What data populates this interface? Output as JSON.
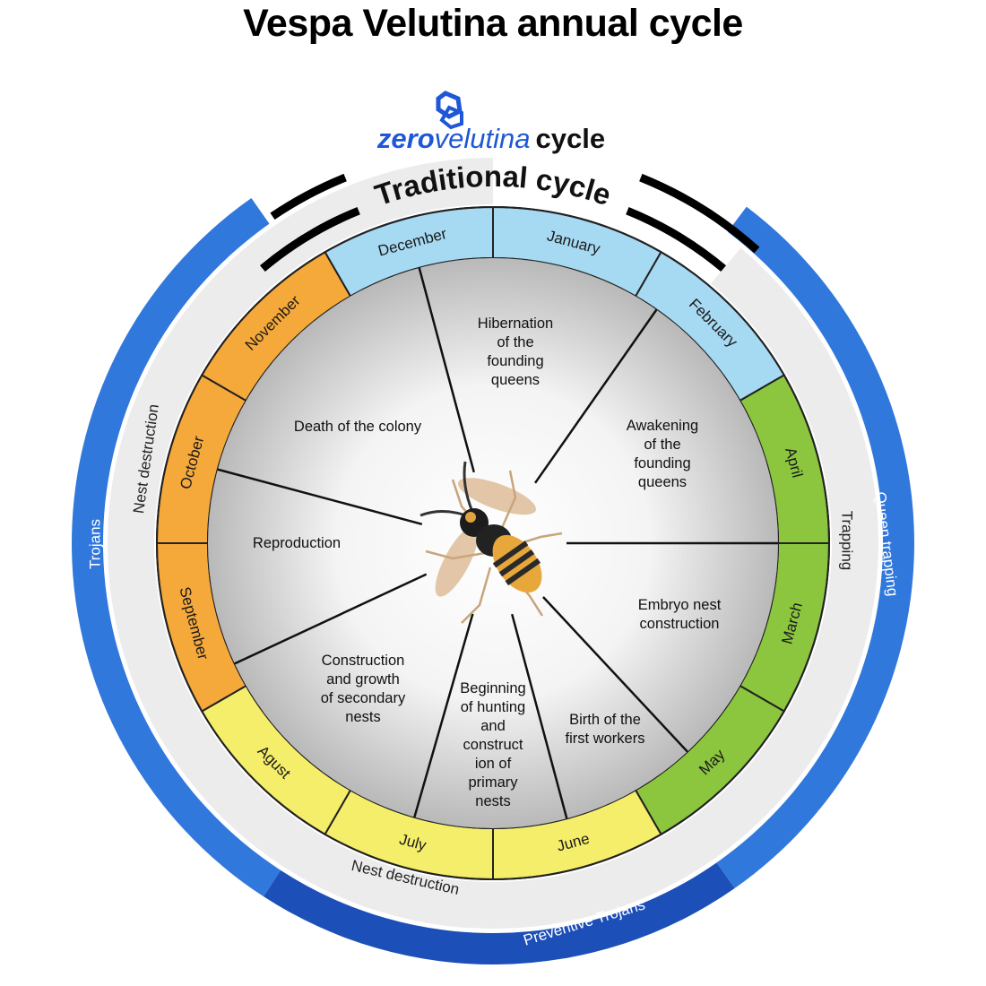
{
  "title": "Vespa Velutina annual cycle",
  "logo": {
    "zero": "zero",
    "velutina": "velutina",
    "cycle": "cycle"
  },
  "traditional_label": "Traditional cycle",
  "months": [
    {
      "label": "December",
      "color": "#a6d9f2"
    },
    {
      "label": "January",
      "color": "#a6d9f2"
    },
    {
      "label": "February",
      "color": "#a6d9f2"
    },
    {
      "label": "April",
      "color": "#8cc63f"
    },
    {
      "label": "March",
      "color": "#8cc63f"
    },
    {
      "label": "May",
      "color": "#8cc63f"
    },
    {
      "label": "June",
      "color": "#f5ee6b"
    },
    {
      "label": "July",
      "color": "#f5ee6b"
    },
    {
      "label": "Agust",
      "color": "#f5ee6b"
    },
    {
      "label": "September",
      "color": "#f6a93b"
    },
    {
      "label": "October",
      "color": "#f6a93b"
    },
    {
      "label": "November",
      "color": "#f6a93b"
    }
  ],
  "phases": [
    {
      "lines": [
        "Hibernation",
        "of the",
        "founding",
        "queens"
      ]
    },
    {
      "lines": [
        "Awakening",
        "of the",
        "founding",
        "queens"
      ]
    },
    {
      "lines": [
        "Embryo nest",
        "construction"
      ]
    },
    {
      "lines": [
        "Birth of the",
        "first workers"
      ]
    },
    {
      "lines": [
        "Beginning",
        "of hunting",
        "and",
        "construct",
        "ion of",
        "primary",
        "nests"
      ]
    },
    {
      "lines": [
        "Construction",
        "and growth",
        "of secondary",
        "nests"
      ]
    },
    {
      "lines": [
        "Reproduction"
      ]
    },
    {
      "lines": [
        "Death of the colony"
      ]
    }
  ],
  "actions_inner": {
    "nest_destruction_left": "Nest destruction",
    "nest_destruction_bottom": "Nest destruction",
    "trapping": "Trapping"
  },
  "actions_outer": {
    "trojans": "Trojans",
    "queen_trapping": "Queen trapping",
    "preventive_trojans": "Preventive Trojans"
  },
  "colors": {
    "outer_blue": "#3178dc",
    "outer_dark_blue": "#1d4fb8",
    "inner_gray": "#ececec",
    "arc_black": "#000000",
    "logo_blue": "#1f57d6"
  },
  "center_icon": "wasp-icon"
}
